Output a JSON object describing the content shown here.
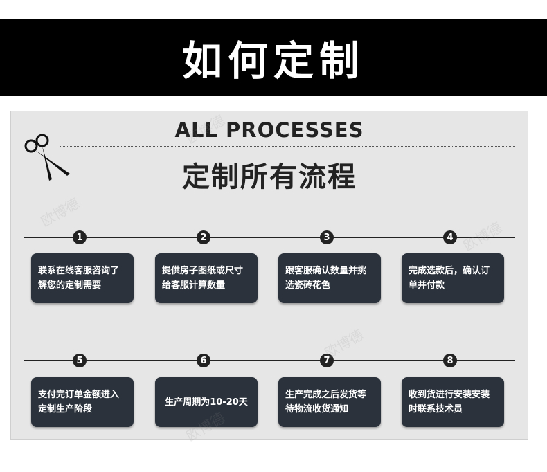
{
  "header": {
    "title": "如何定制"
  },
  "panel": {
    "title_en": "ALL PROCESSES",
    "title_zh": "定制所有流程"
  },
  "watermark": "欧博德",
  "steps": [
    {
      "num": "1",
      "text": "联系在线客服咨询了解您的定制需要"
    },
    {
      "num": "2",
      "text": "提供房子图纸或尺寸给客服计算数量"
    },
    {
      "num": "3",
      "text": "跟客服确认数量并挑选瓷砖花色"
    },
    {
      "num": "4",
      "text": "完成选款后，确认订单并付款"
    },
    {
      "num": "5",
      "text": "支付完订单金额进入定制生产阶段"
    },
    {
      "num": "6",
      "text": "生产周期为10-20天"
    },
    {
      "num": "7",
      "text": "生产完成之后发货等待物流收货通知"
    },
    {
      "num": "8",
      "text": "收到货进行安装安装时联系技术员"
    }
  ],
  "colors": {
    "header_bg": "#000000",
    "panel_bg": "#e6e6e6",
    "step_bg": "#2b323b"
  }
}
